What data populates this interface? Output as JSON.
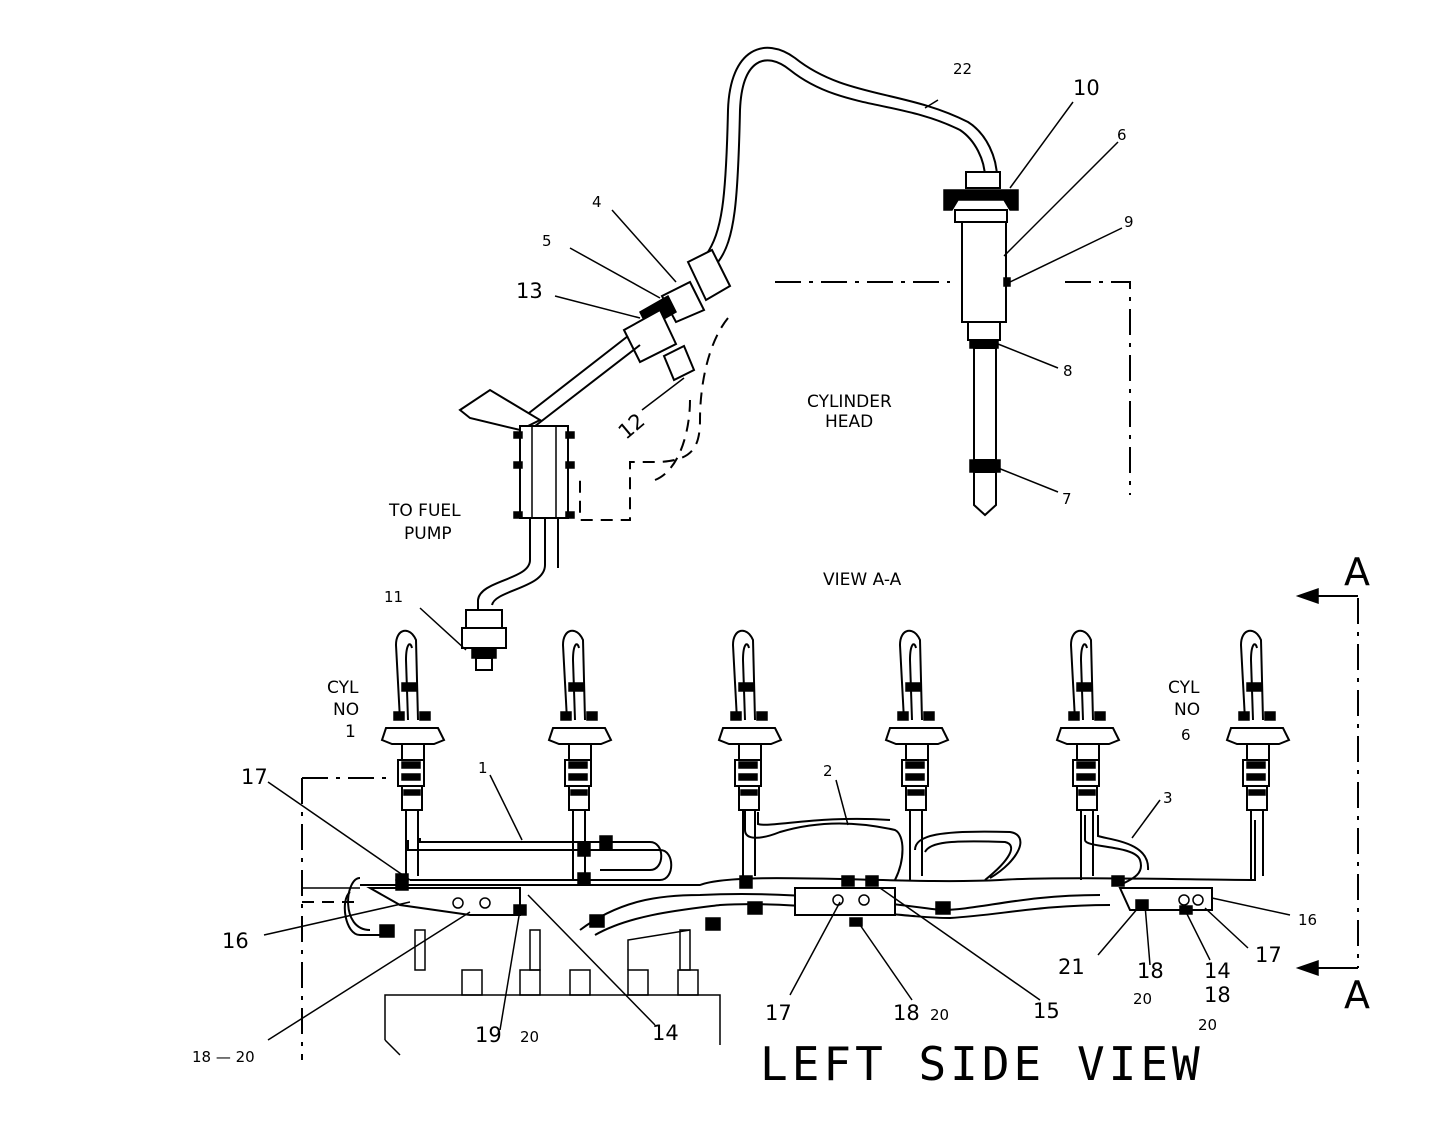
{
  "view_title": "LEFT SIDE VIEW",
  "section_view_label": "VIEW A-A",
  "section_marker": "A",
  "labels": {
    "to_fuel_pump": [
      "TO FUEL",
      "PUMP"
    ],
    "cylinder_head": [
      "CYLINDER",
      "HEAD"
    ],
    "cyl_no_1": [
      "CYL",
      "NO",
      "1"
    ],
    "cyl_no_6": [
      "CYL",
      "NO",
      "6"
    ]
  },
  "callouts": {
    "c22": "22",
    "c10": "10",
    "c6": "6",
    "c9": "9",
    "c8": "8",
    "c7": "7",
    "c4": "4",
    "c5": "5",
    "c13": "13",
    "c12": "12",
    "c11": "11",
    "c1": "1",
    "c2": "2",
    "c3": "3",
    "c17a": "17",
    "c16a": "16",
    "c18_20a": "18 — 20",
    "c19_20": "19",
    "c19_20_sub": "20",
    "c14a": "14",
    "c17b": "17",
    "c18_20b": "18",
    "c18_20b_sub": "20",
    "c15": "15",
    "c21": "21",
    "c18c": "18",
    "c18c_sub": "20",
    "c14b": "14",
    "c18d": "18",
    "c18d_sub": "20",
    "c17c": "17",
    "c16b": "16"
  }
}
